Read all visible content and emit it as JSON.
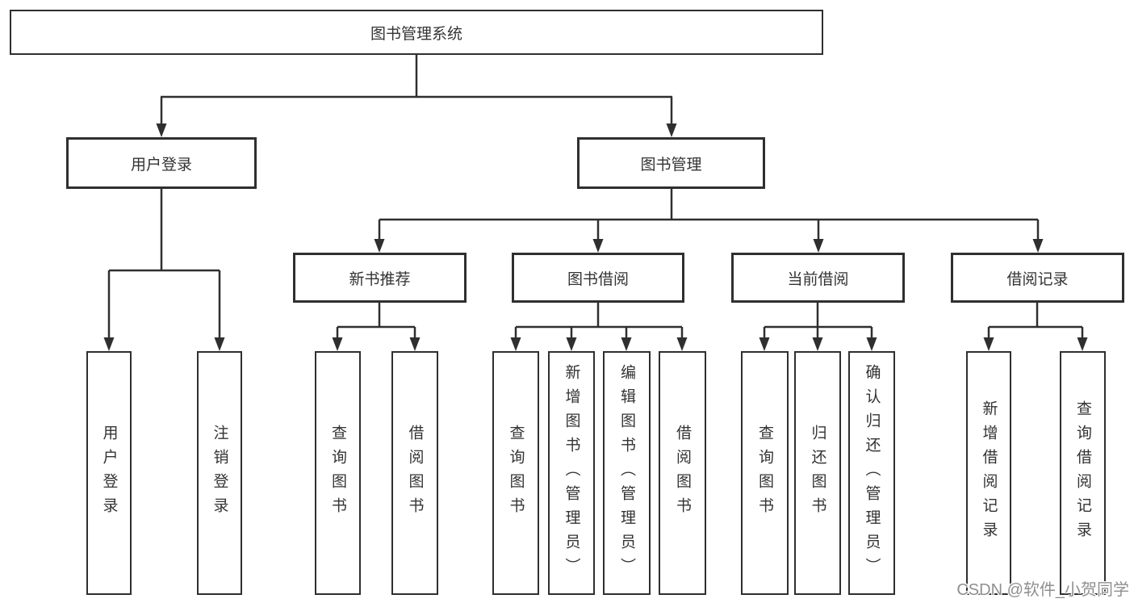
{
  "tree": {
    "root": "图书管理系统",
    "branches": [
      {
        "label": "用户登录",
        "children": [
          "用户登录",
          "注销登录"
        ]
      },
      {
        "label": "图书管理",
        "groups": [
          {
            "label": "新书推荐",
            "children": [
              "查询图书",
              "借阅图书"
            ]
          },
          {
            "label": "图书借阅",
            "children": [
              "查询图书",
              "新增图书（管理员）",
              "编辑图书（管理员）",
              "借阅图书"
            ]
          },
          {
            "label": "当前借阅",
            "children": [
              "查询图书",
              "归还图书",
              "确认归还（管理员）"
            ]
          },
          {
            "label": "借阅记录",
            "children": [
              "新增借阅记录",
              "查询借阅记录"
            ]
          }
        ]
      }
    ]
  },
  "watermark": {
    "text": "CSDN @软件_小贺同学"
  },
  "colors": {
    "line": "#2f2f2f",
    "text": "#333333",
    "background": "#ffffff",
    "watermark": "#8f8f8f"
  }
}
